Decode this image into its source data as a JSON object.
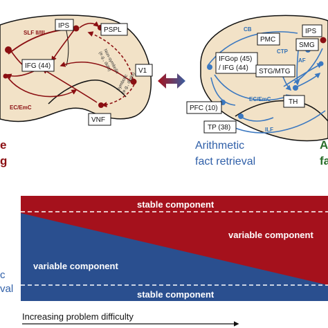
{
  "left_brain": {
    "regions": {
      "ips": "IPS",
      "pspl": "PSPL",
      "ifg44": "IFG (44)",
      "v1": "V1",
      "vnf": "VNF"
    },
    "tracts": {
      "slf": "SLF II/III",
      "ecemc": "EC/EmC"
    },
    "routes": {
      "non_symbolic": "Non-symbolic",
      "non_symbolic_eg": "(e.g., dots)",
      "symbolic": "Symbolic",
      "symbolic_eg": "(e.g., digits)"
    },
    "caption": {
      "line1": "e",
      "line2": "g"
    }
  },
  "right_brain": {
    "regions": {
      "ips": "IPS",
      "pmc": "PMC",
      "smg": "SMG",
      "ifgop": "IFGop (45)",
      "ifg44": "/ IFG (44)",
      "stgmtg": "STG/MTG",
      "th": "TH",
      "pfc": "PFC (10)",
      "tp": "TP (38)"
    },
    "tracts": {
      "cb": "CB",
      "ctp": "CTP",
      "af": "AF",
      "ecemc": "EC/EmC",
      "ilf": "ILF"
    },
    "caption": {
      "line1": "Arithmetic",
      "line2": "fact retrieval"
    }
  },
  "far_right_caption": {
    "line1": "A",
    "line2": "fa"
  },
  "lower_chart": {
    "top_stable_label": "stable component",
    "top_variable_label": "variable component",
    "bottom_variable_label": "variable component",
    "bottom_stable_label": "stable component",
    "left_label_line1": "c",
    "left_label_line2": "val",
    "x_axis_label": "Increasing problem difficulty",
    "colors": {
      "red": "#a5111c",
      "blue": "#2a4f8f"
    }
  },
  "colors": {
    "dark_red": "#8b0f12",
    "blue": "#2f6fb5",
    "brain_fill": "#f2e2c7"
  }
}
